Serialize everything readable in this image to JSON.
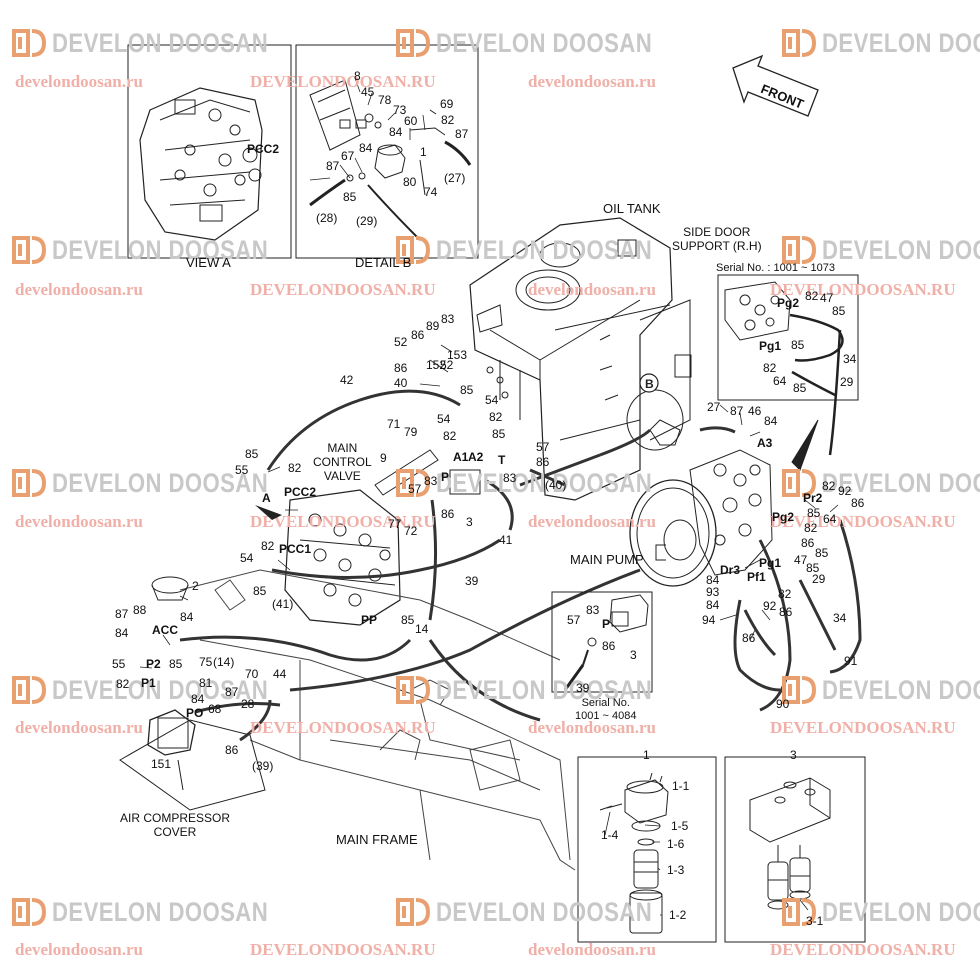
{
  "watermark": {
    "brand": "DEVELON DOOSAN",
    "url_lower": "develondoosan.ru",
    "url_upper": "DEVELONDOOSAN.RU"
  },
  "colors": {
    "brand_gray": "#c8c8c8",
    "brand_orange": "#e8a070",
    "url_pink": "#f0b0a8",
    "line": "#222222"
  },
  "view_a": {
    "title": "VIEW A",
    "labels": [
      "PCC2"
    ]
  },
  "detail_b": {
    "title": "DETAIL B",
    "labels": [
      "8",
      "45",
      "78",
      "73",
      "60",
      "84",
      "69",
      "82",
      "87",
      "1",
      "87",
      "67",
      "84",
      "80",
      "74",
      "85",
      "(27)",
      "(28)",
      "(29)"
    ]
  },
  "front_arrow": {
    "label": "FRONT"
  },
  "main": {
    "oil_tank": "OIL TANK",
    "side_door": "SIDE DOOR\nSUPPORT (R.H)",
    "serial_top": "Serial No. : 1001 ~ 1073",
    "main_control_valve": "MAIN\nCONTROL\nVALVE",
    "main_pump": "MAIN PUMP",
    "main_frame": "MAIN FRAME",
    "air_compressor_cover": "AIR COMPRESSOR\nCOVER",
    "serial_inset": "Serial No.\n1001 ~ 4084"
  },
  "callouts": {
    "tank_area": [
      "89",
      "83",
      "52",
      "86",
      "153",
      "86",
      "152",
      "52",
      "40",
      "42",
      "85",
      "54",
      "82",
      "54",
      "82",
      "85",
      "71",
      "79",
      "9",
      "A1",
      "A2",
      "P",
      "T",
      "57",
      "86",
      "83",
      "(40)",
      "83",
      "57",
      "86",
      "3",
      "41",
      "72",
      "77"
    ],
    "valve_area": [
      "85",
      "55",
      "82",
      "PCC2",
      "A",
      "54",
      "82",
      "PCC1",
      "85",
      "(41)",
      "PP",
      "85",
      "14",
      "39"
    ],
    "acc_area": [
      "2",
      "87",
      "88",
      "84",
      "ACC",
      "84",
      "55",
      "P2",
      "85",
      "75",
      "82",
      "P1",
      "(14)",
      "81",
      "70",
      "44",
      "84",
      "87",
      "PO",
      "68",
      "28",
      "151",
      "86",
      "(39)"
    ],
    "pump_area": [
      "27",
      "87",
      "46",
      "84",
      "A3",
      "82",
      "86",
      "Pr2",
      "92",
      "Pg2",
      "85",
      "64",
      "82",
      "86",
      "85",
      "Pg1",
      "47",
      "85",
      "Dr3",
      "Pf1",
      "29",
      "84",
      "93",
      "82",
      "84",
      "92",
      "94",
      "86",
      "86",
      "34",
      "91",
      "90"
    ],
    "side_door_area": [
      "82",
      "47",
      "Pg2",
      "85",
      "Pg1",
      "85",
      "34",
      "82",
      "64",
      "85",
      "29"
    ],
    "serial_inset": [
      "57",
      "83",
      "P",
      "86",
      "3",
      "39"
    ]
  },
  "part1": {
    "title": "1",
    "labels": [
      "1-1",
      "1-4",
      "1-5",
      "1-6",
      "1-3",
      "1-2"
    ]
  },
  "part3": {
    "title": "3",
    "labels": [
      "3-1"
    ]
  }
}
